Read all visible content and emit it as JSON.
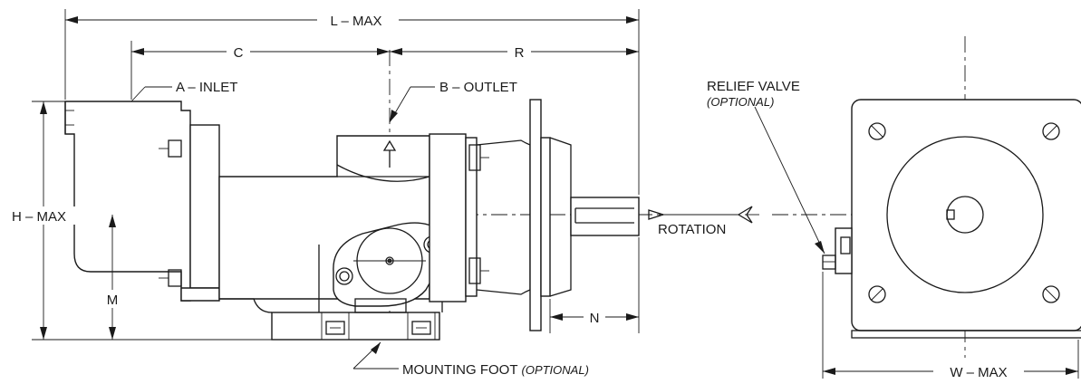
{
  "labels": {
    "l_max": "L – MAX",
    "c": "C",
    "r": "R",
    "a_inlet": "A – INLET",
    "b_outlet": "B – OUTLET",
    "h_max": "H – MAX",
    "m": "M",
    "n": "N",
    "rotation": "ROTATION",
    "relief_valve": "RELIEF VALVE",
    "relief_valve_note": "(OPTIONAL)",
    "mounting_foot": "MOUNTING FOOT",
    "mounting_foot_note": "(OPTIONAL)",
    "w_max": "W – MAX"
  }
}
